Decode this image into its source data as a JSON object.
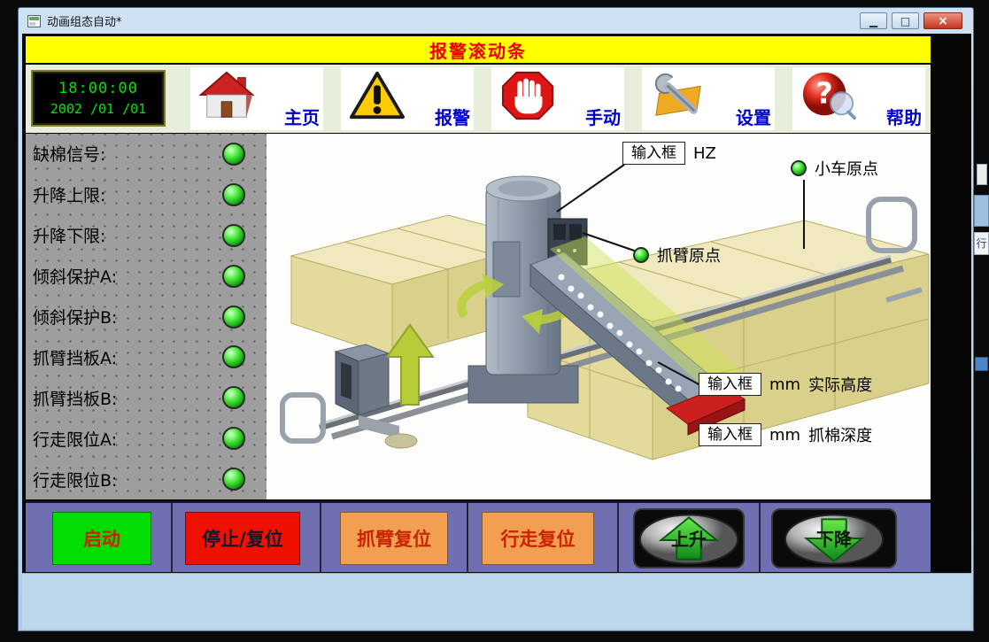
{
  "window": {
    "title": "动画组态自动*",
    "controls": {
      "minimize": "▁",
      "maximize": "□",
      "close": "×"
    }
  },
  "alarm_banner": {
    "text": "报警滚动条"
  },
  "toolbar": {
    "clock": {
      "time": "18:00:00",
      "date": "2002 /01 /01"
    },
    "buttons": [
      {
        "id": "home",
        "label": "主页",
        "icon": "home-icon"
      },
      {
        "id": "alarm",
        "label": "报警",
        "icon": "warning-triangle-icon"
      },
      {
        "id": "manual",
        "label": "手动",
        "icon": "stop-hand-icon"
      },
      {
        "id": "settings",
        "label": "设置",
        "icon": "wrench-icon"
      },
      {
        "id": "help",
        "label": "帮助",
        "icon": "question-mark-icon"
      }
    ]
  },
  "status_panel": {
    "items": [
      {
        "label": "缺棉信号:"
      },
      {
        "label": "升降上限:"
      },
      {
        "label": "升降下限:"
      },
      {
        "label": "倾斜保护A:"
      },
      {
        "label": "倾斜保护B:"
      },
      {
        "label": "抓臂挡板A:"
      },
      {
        "label": "抓臂挡板B:"
      },
      {
        "label": "行走限位A:"
      },
      {
        "label": "行走限位B:"
      }
    ]
  },
  "diagram": {
    "frequency": {
      "box": "输入框",
      "unit": "HZ"
    },
    "cart_origin": {
      "label": "小车原点"
    },
    "arm_origin": {
      "label": "抓臂原点"
    },
    "actual_height": {
      "box": "输入框",
      "unit": "mm",
      "label": "实际高度"
    },
    "grab_depth": {
      "box": "输入框",
      "unit": "mm",
      "label": "抓棉深度"
    }
  },
  "control_bar": {
    "buttons": [
      {
        "id": "start",
        "label": "启动"
      },
      {
        "id": "stop_reset",
        "label": "停止/复位"
      },
      {
        "id": "arm_reset",
        "label": "抓臂复位"
      },
      {
        "id": "travel_reset",
        "label": "行走复位"
      },
      {
        "id": "up",
        "label": "上升"
      },
      {
        "id": "down",
        "label": "下降"
      }
    ]
  },
  "colors": {
    "banner_bg": "#ffff00",
    "banner_text": "#ee0000",
    "toolbar_bg": "#e7eed9",
    "label_blue": "#0000cc",
    "panel_bg": "#9e9e9e",
    "led_green": "#22cc22",
    "bar_bg": "#6f6fb2",
    "start_bg": "#00dd00",
    "stop_bg": "#ee1100",
    "reset_bg": "#f0a050",
    "clock_text": "#00e400"
  },
  "desktop": {
    "fragment_text": "行"
  }
}
